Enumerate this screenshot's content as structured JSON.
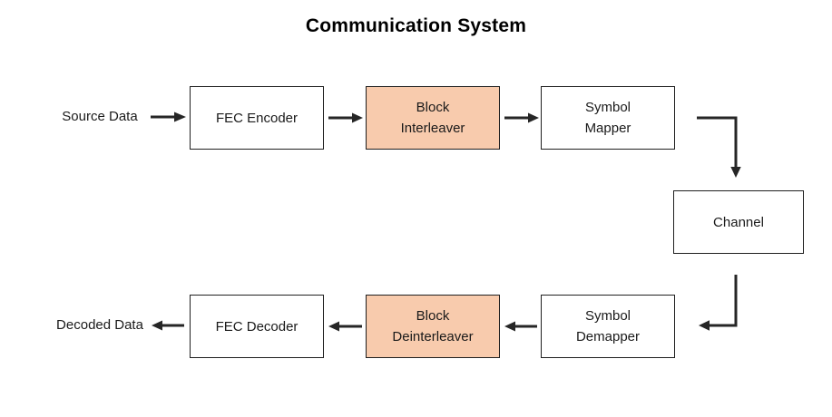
{
  "title": "Communication System",
  "colors": {
    "highlight_fill": "#F8CBAD",
    "box_border": "#1f1f1f",
    "arrow": "#262626",
    "text": "#1a1a1a"
  },
  "nodes": {
    "source_data": {
      "label": "Source Data"
    },
    "fec_encoder": {
      "lines": [
        "FEC Encoder"
      ]
    },
    "block_interleaver": {
      "lines": [
        "Block",
        "Interleaver"
      ]
    },
    "symbol_mapper": {
      "lines": [
        "Symbol",
        "Mapper"
      ]
    },
    "channel": {
      "lines": [
        "Channel"
      ]
    },
    "symbol_demapper": {
      "lines": [
        "Symbol",
        "Demapper"
      ]
    },
    "block_deinterleaver": {
      "lines": [
        "Block",
        "Deinterleaver"
      ]
    },
    "fec_decoder": {
      "lines": [
        "FEC Decoder"
      ]
    },
    "decoded_data": {
      "label": "Decoded Data"
    }
  },
  "connections": [
    {
      "from": "Source Data",
      "to": "FEC Encoder"
    },
    {
      "from": "FEC Encoder",
      "to": "Block Interleaver"
    },
    {
      "from": "Block Interleaver",
      "to": "Symbol Mapper"
    },
    {
      "from": "Symbol Mapper",
      "to": "Channel"
    },
    {
      "from": "Channel",
      "to": "Symbol Demapper"
    },
    {
      "from": "Symbol Demapper",
      "to": "Block Deinterleaver"
    },
    {
      "from": "Block Deinterleaver",
      "to": "FEC Decoder"
    },
    {
      "from": "FEC Decoder",
      "to": "Decoded Data"
    }
  ]
}
